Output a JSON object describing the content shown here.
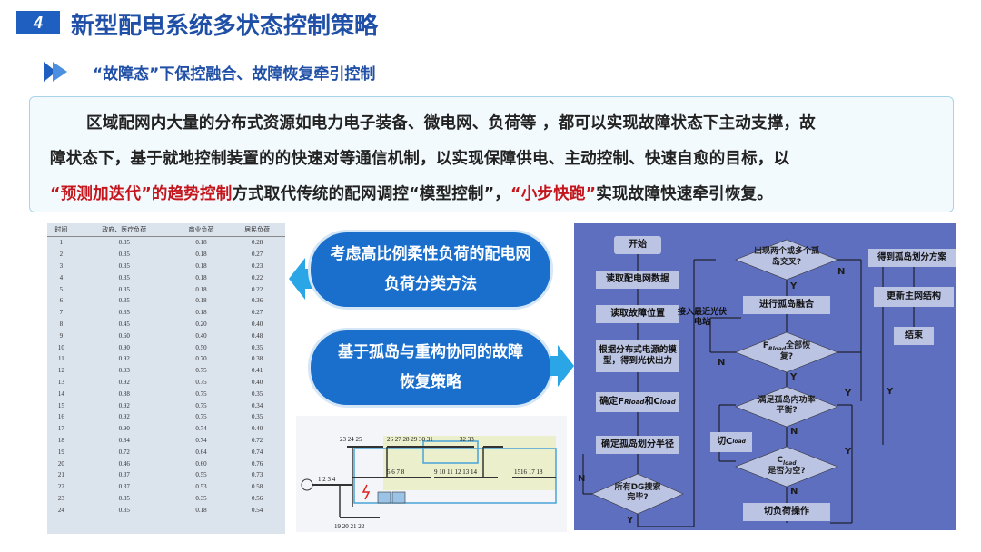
{
  "header": {
    "section_number": "4",
    "title": "新型配电系统多状态控制策略"
  },
  "subheading": "“故障态”下保控融合、故障恢复牵引控制",
  "intro": {
    "line1": "区域配网内大量的分布式资源如电力电子装备、微电网、负荷等 ，都可以实现故障状态下主动支撑，故",
    "line2": "障状态下，基于就地控制装置的的快速对等通信机制，以实现保障供电、主动控制、快速自愈的目标，以",
    "line3_red1": "“预测加迭代”的趋势控制",
    "line3_mid": "方式取代传统的配网调控“模型控制”，",
    "line3_red2": "“小步快跑”",
    "line3_end": "实现故障快速牵引恢复。"
  },
  "load_table": {
    "headers": [
      "时间",
      "政府、医疗负荷",
      "商业负荷",
      "居民负荷"
    ],
    "rows": [
      [
        "1",
        "0.35",
        "0.18",
        "0.28"
      ],
      [
        "2",
        "0.35",
        "0.18",
        "0.27"
      ],
      [
        "3",
        "0.35",
        "0.18",
        "0.23"
      ],
      [
        "4",
        "0.35",
        "0.18",
        "0.22"
      ],
      [
        "5",
        "0.35",
        "0.18",
        "0.22"
      ],
      [
        "6",
        "0.35",
        "0.18",
        "0.36"
      ],
      [
        "7",
        "0.35",
        "0.18",
        "0.27"
      ],
      [
        "8",
        "0.45",
        "0.20",
        "0.40"
      ],
      [
        "9",
        "0.60",
        "0.40",
        "0.48"
      ],
      [
        "10",
        "0.90",
        "0.50",
        "0.35"
      ],
      [
        "11",
        "0.92",
        "0.70",
        "0.38"
      ],
      [
        "12",
        "0.93",
        "0.75",
        "0.41"
      ],
      [
        "13",
        "0.92",
        "0.75",
        "0.40"
      ],
      [
        "14",
        "0.88",
        "0.75",
        "0.35"
      ],
      [
        "15",
        "0.92",
        "0.75",
        "0.34"
      ],
      [
        "16",
        "0.92",
        "0.75",
        "0.35"
      ],
      [
        "17",
        "0.90",
        "0.74",
        "0.40"
      ],
      [
        "18",
        "0.84",
        "0.74",
        "0.72"
      ],
      [
        "19",
        "0.72",
        "0.64",
        "0.74"
      ],
      [
        "20",
        "0.46",
        "0.60",
        "0.76"
      ],
      [
        "21",
        "0.37",
        "0.55",
        "0.73"
      ],
      [
        "22",
        "0.37",
        "0.53",
        "0.58"
      ],
      [
        "23",
        "0.35",
        "0.35",
        "0.56"
      ],
      [
        "24",
        "0.35",
        "0.18",
        "0.54"
      ]
    ]
  },
  "callouts": {
    "pill1_line1": "考虑高比例柔性负荷的配电网",
    "pill1_line2": "负荷分类方法",
    "pill2_line1": "基于孤岛与重构协同的故障",
    "pill2_line2": "恢复策略"
  },
  "network": {
    "top_nodes": "23 24 25",
    "top_nodes2": "26 27 28 29 30 31",
    "top_nodes3": "32 33",
    "main_nodes": "5 6 7 8",
    "main_nodes2": "9 10 11 12 13 14",
    "main_nodes3": "1516 17 18",
    "left_nodes": "1 2 3 4",
    "bottom_nodes": "19 20 21 22"
  },
  "flowchart": {
    "start": "开始",
    "read_data": "读取配电网数据",
    "read_fault": "读取故障位置",
    "model": "根据分布式电源的模型，得到光伏出力",
    "determine_f": "确定F",
    "determine_f_sub": "Rload",
    "determine_and": "和C",
    "determine_c_sub": "load",
    "radius": "确定孤岛划分半径",
    "all_dg": "所有DG搜索完毕?",
    "cross": "出现两个或多个孤岛交叉?",
    "merge": "进行孤岛融合",
    "connect_pv": "接入最近光伏电站",
    "frload": "F",
    "frload_sub": "Rload",
    "frload_rest": "全部恢复?",
    "satisfy": "满足孤岛内功率平衡?",
    "cut_c": "切C",
    "cut_c_sub": "load",
    "cload_empty": "C",
    "cload_empty_sub": "load",
    "cload_empty_rest": "是否为空?",
    "cut_load": "切负荷操作",
    "get_plan": "得到孤岛划分方案",
    "update": "更新主网结构",
    "end": "结束",
    "y": "Y",
    "n": "N"
  },
  "colors": {
    "accent_blue": "#1f5fbf",
    "highlight_red": "#c5161d",
    "pill_blue": "#1a6fcc",
    "flow_bg": "#5f6fbf",
    "flow_box": "#bcc4e4"
  }
}
